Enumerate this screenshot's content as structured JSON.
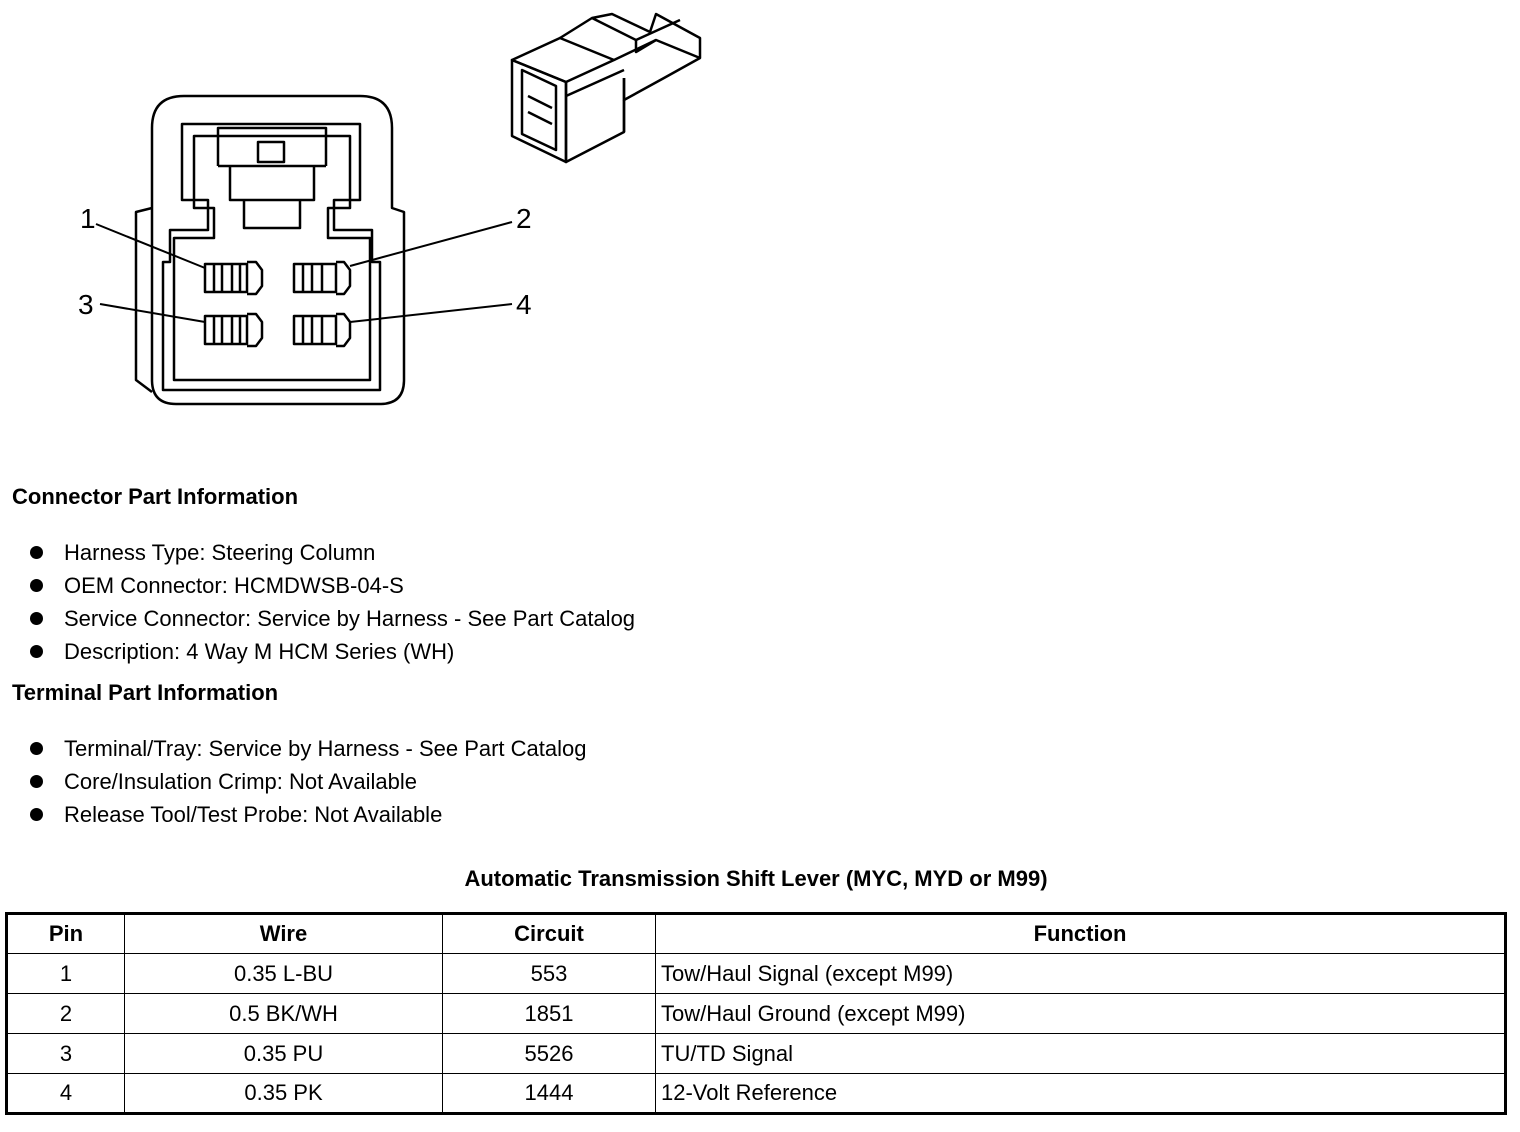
{
  "diagram": {
    "pin_labels": [
      "1",
      "2",
      "3",
      "4"
    ]
  },
  "connector_info": {
    "title": "Connector Part Information",
    "items": [
      "Harness Type: Steering Column",
      "OEM Connector: HCMDWSB-04-S",
      "Service Connector: Service by Harness - See Part Catalog",
      "Description: 4 Way M HCM Series (WH)"
    ]
  },
  "terminal_info": {
    "title": "Terminal Part Information",
    "items": [
      "Terminal/Tray: Service by Harness - See Part Catalog",
      "Core/Insulation Crimp: Not Available",
      "Release Tool/Test Probe: Not Available"
    ]
  },
  "table": {
    "title": "Automatic Transmission Shift Lever (MYC, MYD or M99)",
    "headers": [
      "Pin",
      "Wire",
      "Circuit",
      "Function"
    ],
    "rows": [
      [
        "1",
        "0.35 L-BU",
        "553",
        "Tow/Haul Signal (except M99)"
      ],
      [
        "2",
        "0.5 BK/WH",
        "1851",
        "Tow/Haul Ground (except M99)"
      ],
      [
        "3",
        "0.35 PU",
        "5526",
        "TU/TD Signal"
      ],
      [
        "4",
        "0.35 PK",
        "1444",
        "12-Volt Reference"
      ]
    ]
  }
}
